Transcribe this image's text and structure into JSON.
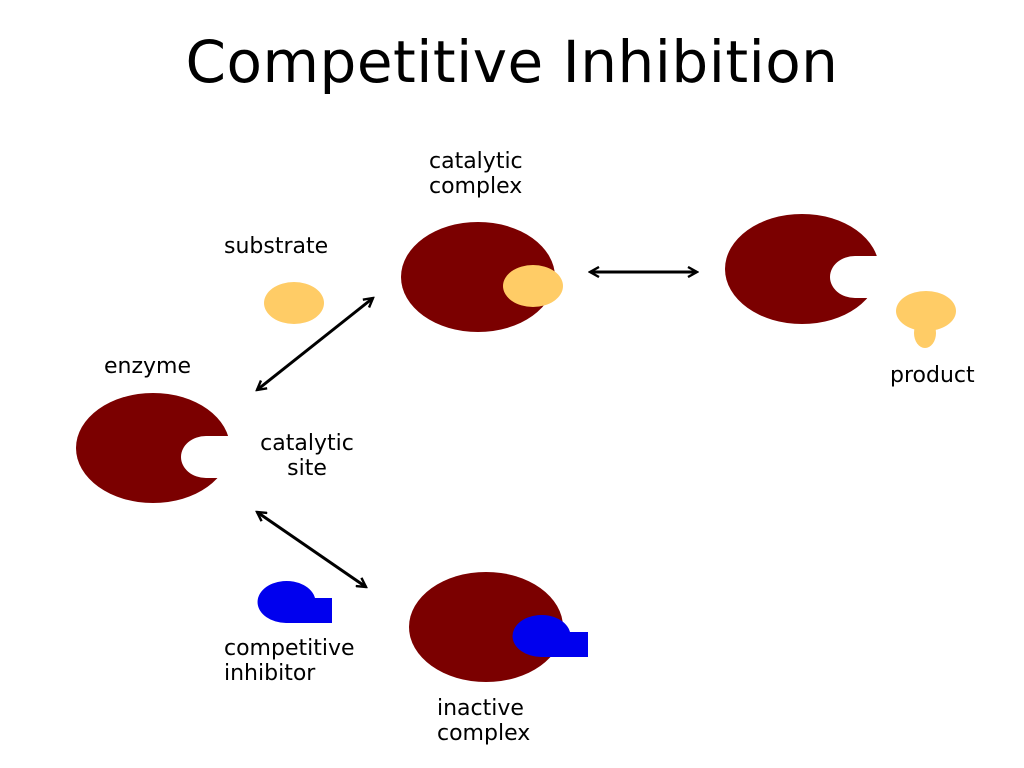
{
  "title": "Competitive Inhibition",
  "labels": {
    "catalytic_complex": [
      "catalytic",
      "complex"
    ],
    "substrate": "substrate",
    "enzyme": "enzyme",
    "catalytic_site": [
      "catalytic",
      "site"
    ],
    "product": "product",
    "competitive_inhibitor": [
      "competitive",
      "inhibitor"
    ],
    "inactive_complex": [
      "inactive",
      "complex"
    ]
  },
  "colors": {
    "enzyme": "#7b0000",
    "substrate": "#ffcc66",
    "inhibitor": "#0000ee",
    "arrow": "#000000",
    "background": "#ffffff"
  }
}
